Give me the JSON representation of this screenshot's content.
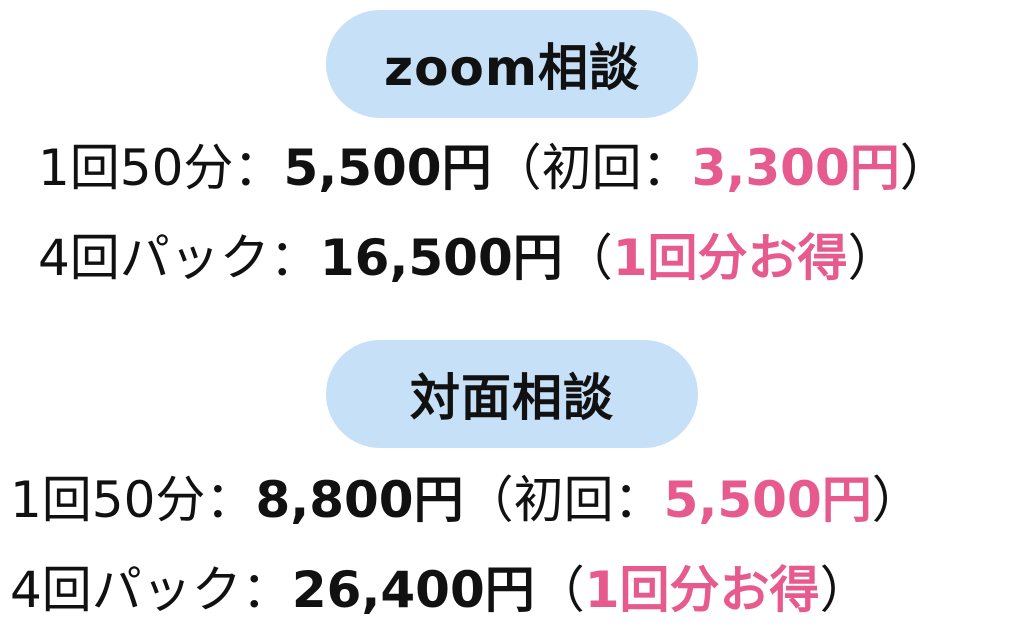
{
  "sections": [
    {
      "title": "zoom相談",
      "rows": [
        {
          "label": "1回50分：",
          "price": "5,500円",
          "paren_open": "（",
          "note": "初回：",
          "highlight": "3,300円",
          "paren_close": "）"
        },
        {
          "label": "4回パック：",
          "price": "16,500円",
          "paren_open": "（",
          "note": "",
          "highlight": "1回分お得",
          "paren_close": "）"
        }
      ]
    },
    {
      "title": "対面相談",
      "rows": [
        {
          "label": "1回50分：",
          "price": "8,800円",
          "paren_open": "（",
          "note": "初回：",
          "highlight": "5,500円",
          "paren_close": "）"
        },
        {
          "label": "4回パック：",
          "price": "26,400円",
          "paren_open": "（",
          "note": "",
          "highlight": "1回分お得",
          "paren_close": "）"
        }
      ]
    }
  ],
  "colors": {
    "pill_background": "#c6e0f8",
    "highlight": "#e65a8e",
    "text": "#111111"
  }
}
